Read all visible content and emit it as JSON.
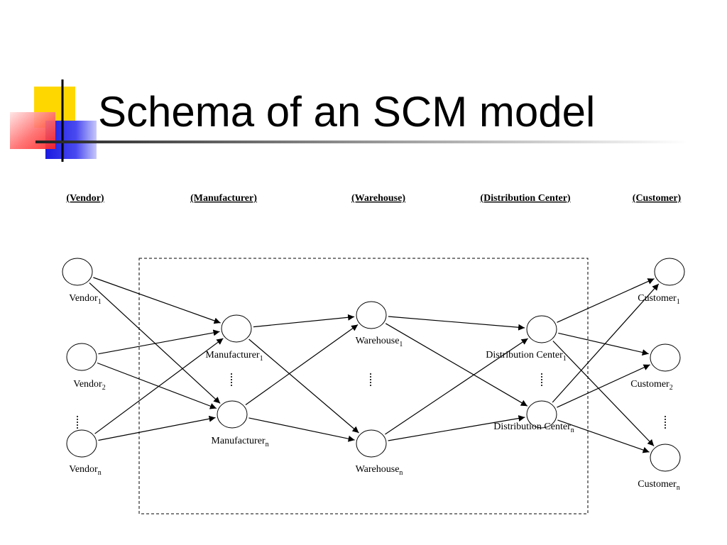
{
  "title": "Schema of an SCM model",
  "colors": {
    "deco_yellow": "#FFD700",
    "deco_red": "#FF3030",
    "deco_blue": "#2828E6",
    "line": "#000000"
  },
  "diagram": {
    "headers": {
      "vendor": "(Vendor)",
      "manufacturer": "(Manufacturer)",
      "warehouse": "(Warehouse)",
      "distribution_center": "(Distribution Center)",
      "customer": "(Customer)"
    },
    "nodes": {
      "vendor_1": {
        "name": "Vendor",
        "sub": "1"
      },
      "vendor_2": {
        "name": "Vendor",
        "sub": "2"
      },
      "vendor_n": {
        "name": "Vendor",
        "sub": "n"
      },
      "manufacturer_1": {
        "name": "Manufacturer",
        "sub": "1"
      },
      "manufacturer_n": {
        "name": "Manufacturer",
        "sub": "n"
      },
      "warehouse_1": {
        "name": "Warehouse",
        "sub": "1"
      },
      "warehouse_n": {
        "name": "Warehouse",
        "sub": "n"
      },
      "dc_1": {
        "name": "Distribution Center",
        "sub": "1"
      },
      "dc_n": {
        "name": "Distribution Center",
        "sub": "n"
      },
      "customer_1": {
        "name": "Customer",
        "sub": "1"
      },
      "customer_2": {
        "name": "Customer",
        "sub": "2"
      },
      "customer_n": {
        "name": "Customer",
        "sub": "n"
      }
    },
    "edges": [
      [
        "vendor_1",
        "manufacturer_1"
      ],
      [
        "vendor_1",
        "manufacturer_n"
      ],
      [
        "vendor_2",
        "manufacturer_1"
      ],
      [
        "vendor_2",
        "manufacturer_n"
      ],
      [
        "vendor_n",
        "manufacturer_1"
      ],
      [
        "vendor_n",
        "manufacturer_n"
      ],
      [
        "manufacturer_1",
        "warehouse_1"
      ],
      [
        "manufacturer_1",
        "warehouse_n"
      ],
      [
        "manufacturer_n",
        "warehouse_1"
      ],
      [
        "manufacturer_n",
        "warehouse_n"
      ],
      [
        "warehouse_1",
        "dc_1"
      ],
      [
        "warehouse_1",
        "dc_n"
      ],
      [
        "warehouse_n",
        "dc_1"
      ],
      [
        "warehouse_n",
        "dc_n"
      ],
      [
        "dc_1",
        "customer_1"
      ],
      [
        "dc_1",
        "customer_2"
      ],
      [
        "dc_1",
        "customer_n"
      ],
      [
        "dc_n",
        "customer_1"
      ],
      [
        "dc_n",
        "customer_2"
      ],
      [
        "dc_n",
        "customer_n"
      ]
    ]
  }
}
